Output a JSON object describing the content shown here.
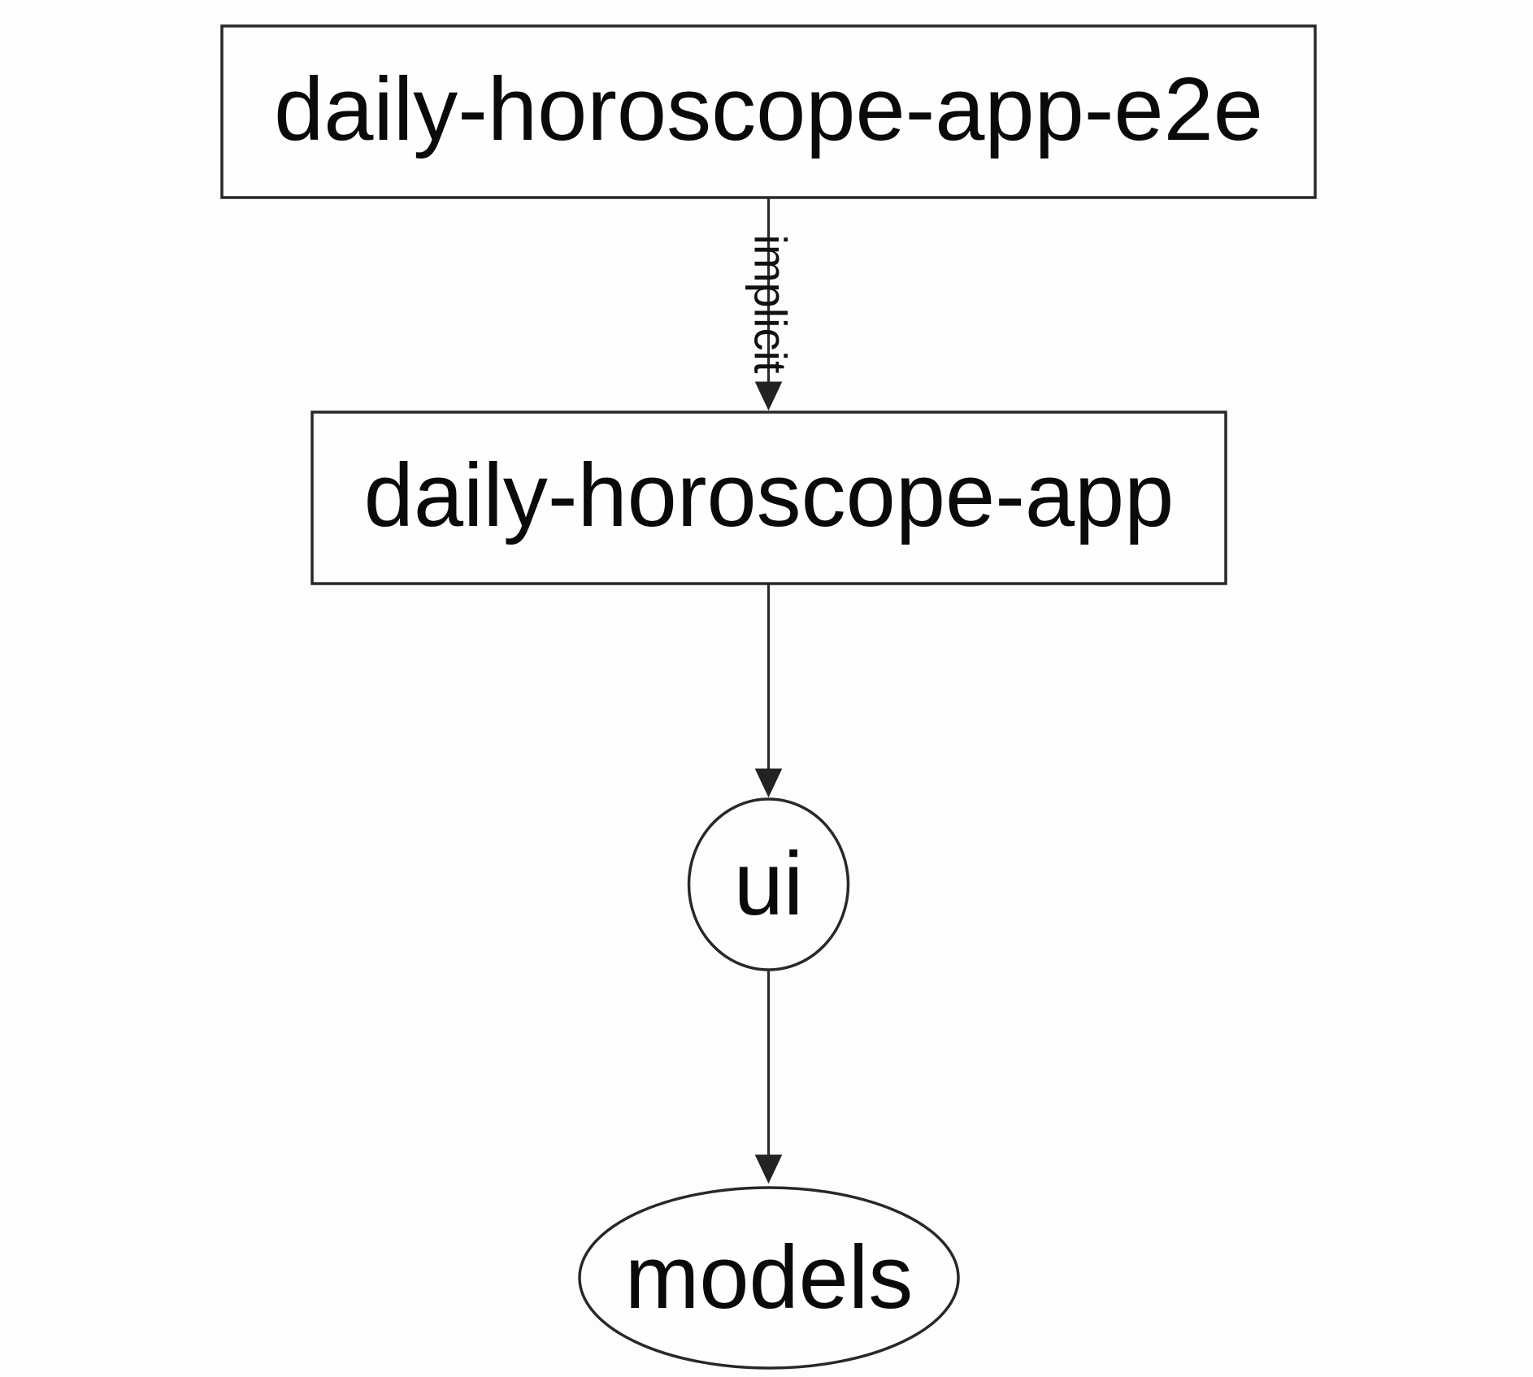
{
  "diagram": {
    "type": "dependency-graph",
    "nodes": [
      {
        "id": "daily-horoscope-app-e2e",
        "label": "daily-horoscope-app-e2e",
        "shape": "rectangle"
      },
      {
        "id": "daily-horoscope-app",
        "label": "daily-horoscope-app",
        "shape": "rectangle"
      },
      {
        "id": "ui",
        "label": "ui",
        "shape": "ellipse"
      },
      {
        "id": "models",
        "label": "models",
        "shape": "ellipse"
      }
    ],
    "edges": [
      {
        "from": "daily-horoscope-app-e2e",
        "to": "daily-horoscope-app",
        "label": "implicit",
        "label_rotation_deg": 90
      },
      {
        "from": "daily-horoscope-app",
        "to": "ui",
        "label": ""
      },
      {
        "from": "ui",
        "to": "models",
        "label": ""
      }
    ],
    "colors": {
      "background": "#fdfdfd",
      "node_fill": "#fefefe",
      "stroke": "#282828",
      "text": "#0a0a0a"
    }
  }
}
